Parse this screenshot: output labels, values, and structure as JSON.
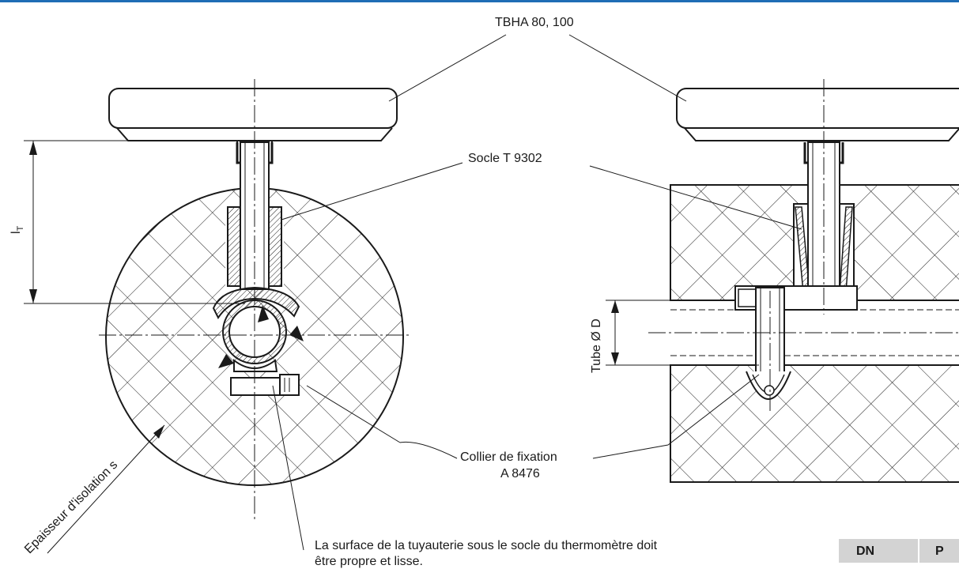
{
  "labels": {
    "model": "TBHA 80, 100",
    "socle": "Socle T 9302",
    "collier_line1": "Collier de fixation",
    "collier_line2": "A 8476",
    "lt_main": "l",
    "lt_sub": "T",
    "tube": "Tube Ø D",
    "insulation": "Epaisseur d'isolation s",
    "note_line1": "La surface de la tuyauterie sous le socle du thermomètre doit",
    "note_line2": "être propre et lisse."
  },
  "table": {
    "headers": [
      "DN",
      "P"
    ],
    "header_bg": "#d3d3d3"
  },
  "colors": {
    "accent_bar": "#1f6db5",
    "line": "#1a1a1a"
  }
}
